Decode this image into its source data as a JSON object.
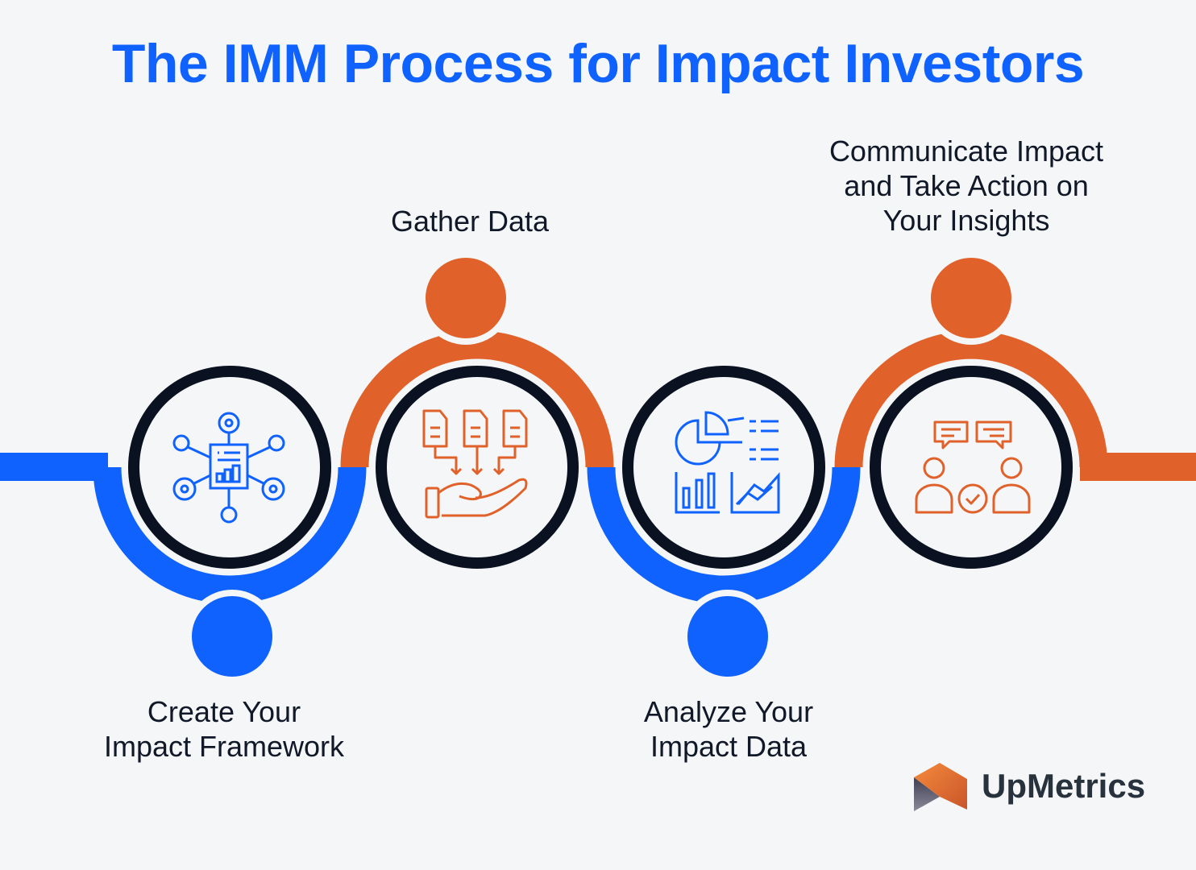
{
  "title": "The IMM Process for Impact Investors",
  "steps": [
    {
      "label_line1": "Create Your",
      "label_line2": "Impact Framework",
      "icon": "network-report-icon",
      "color": "#0f62fe"
    },
    {
      "label_line1": "Gather Data",
      "label_line2": "",
      "icon": "documents-to-hand-icon",
      "color": "#e0622a"
    },
    {
      "label_line1": "Analyze Your",
      "label_line2": "Impact Data",
      "icon": "analytics-charts-icon",
      "color": "#0f62fe"
    },
    {
      "label_line1": "Communicate Impact",
      "label_line2": "and Take Action on",
      "label_line3": "Your Insights",
      "icon": "people-communication-icon",
      "color": "#e0622a"
    }
  ],
  "brand": {
    "name": "UpMetrics"
  },
  "colors": {
    "blue": "#0f62fe",
    "orange": "#e0622a",
    "ring": "#0a1120",
    "background": "#f4f6f8"
  }
}
